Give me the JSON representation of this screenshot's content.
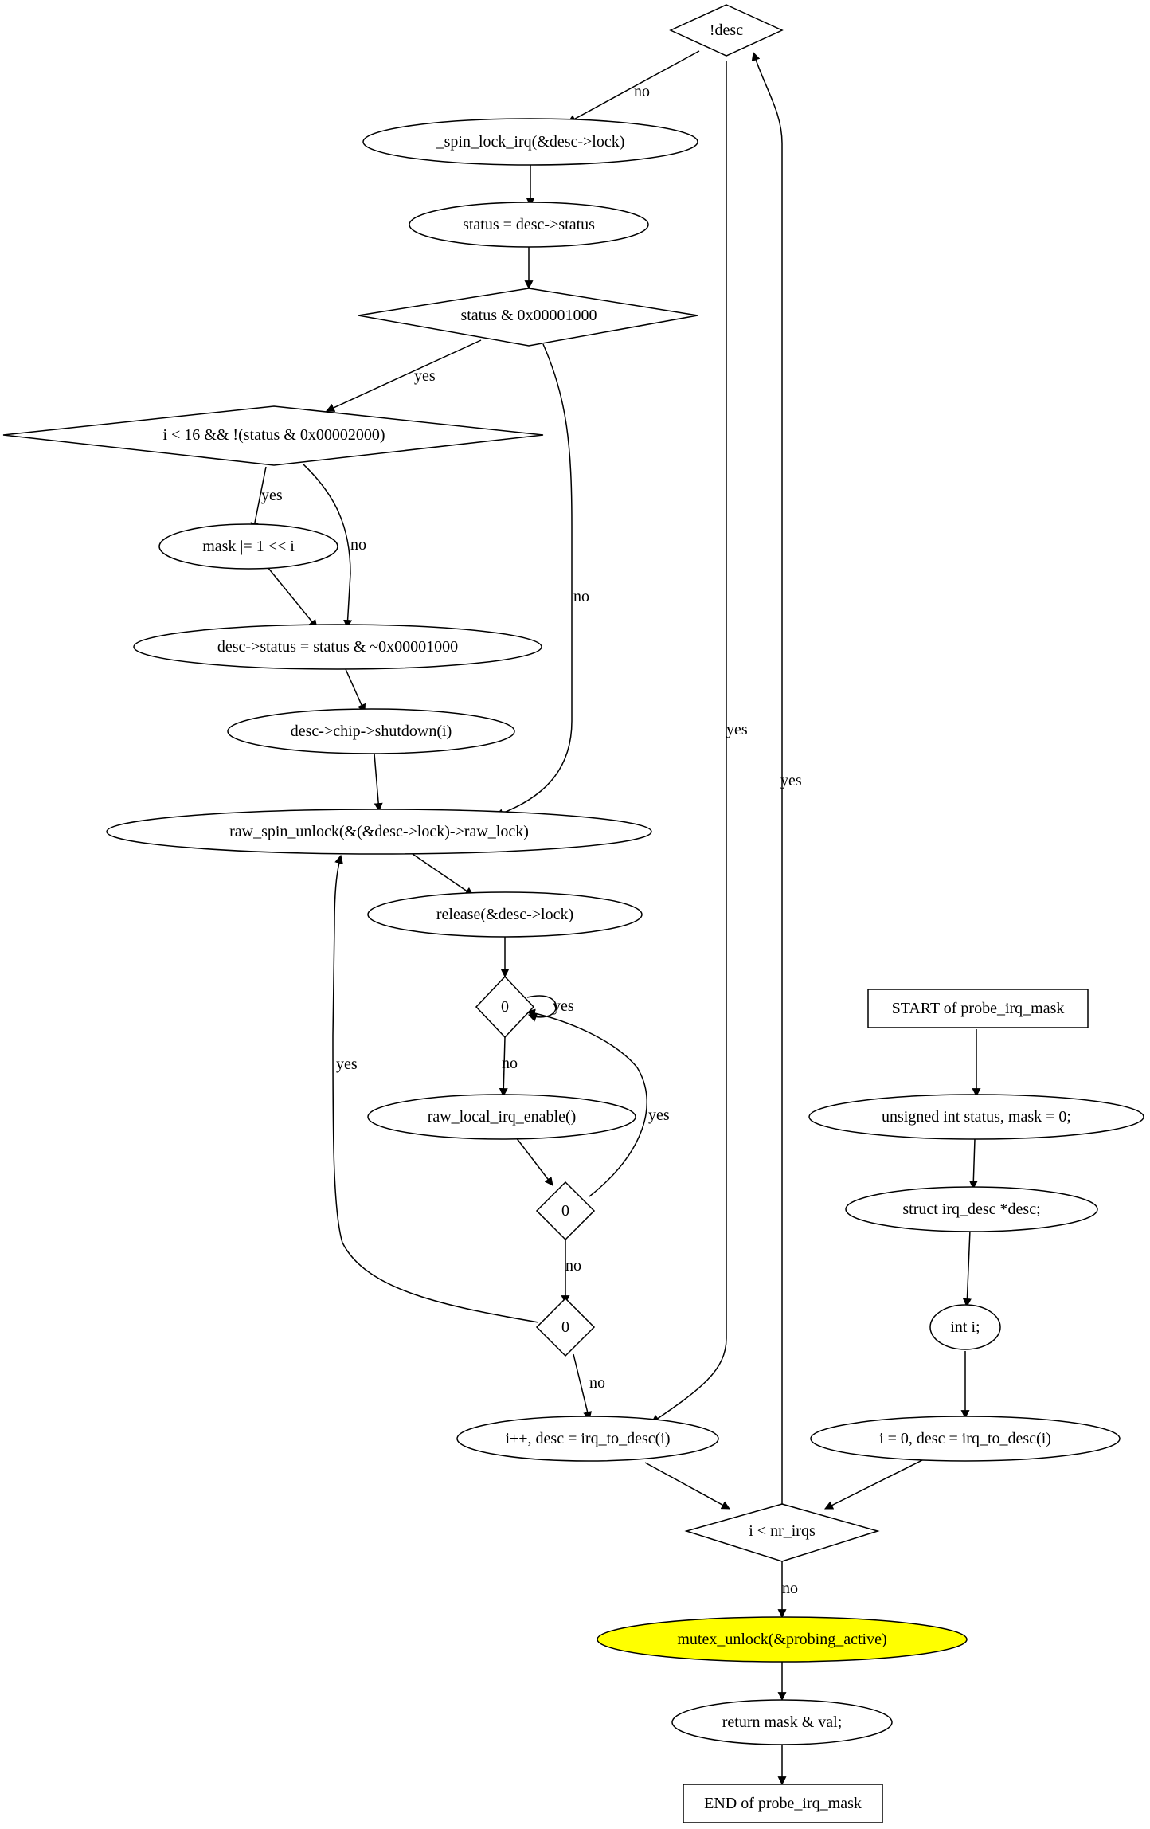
{
  "nodes": {
    "not_desc": "!desc",
    "spin_lock": "_spin_lock_irq(&desc->lock)",
    "status_assign": "status = desc->status",
    "status_check": "status & 0x00001000",
    "i_check": "i < 16 && !(status & 0x00002000)",
    "mask_or": "mask |= 1 << i",
    "desc_status": "desc->status = status & ~0x00001000",
    "shutdown": "desc->chip->shutdown(i)",
    "raw_unlock": "raw_spin_unlock(&(&desc->lock)->raw_lock)",
    "release": "release(&desc->lock)",
    "zero1": "0",
    "irq_enable": "raw_local_irq_enable()",
    "zero2": "0",
    "zero3": "0",
    "incr": "i++, desc = irq_to_desc(i)",
    "start": "START of probe_irq_mask",
    "decl_status": "unsigned int status, mask = 0;",
    "decl_desc": "struct irq_desc *desc;",
    "decl_i": "int i;",
    "init": "i = 0, desc = irq_to_desc(i)",
    "loop_check": "i < nr_irqs",
    "mutex_unlock": "mutex_unlock(&probing_active)",
    "return": "return mask & val;",
    "end": "END of probe_irq_mask"
  },
  "edge_labels": {
    "no": "no",
    "yes": "yes"
  },
  "colors": {
    "highlight": "#ffff00",
    "stroke": "#000000"
  }
}
